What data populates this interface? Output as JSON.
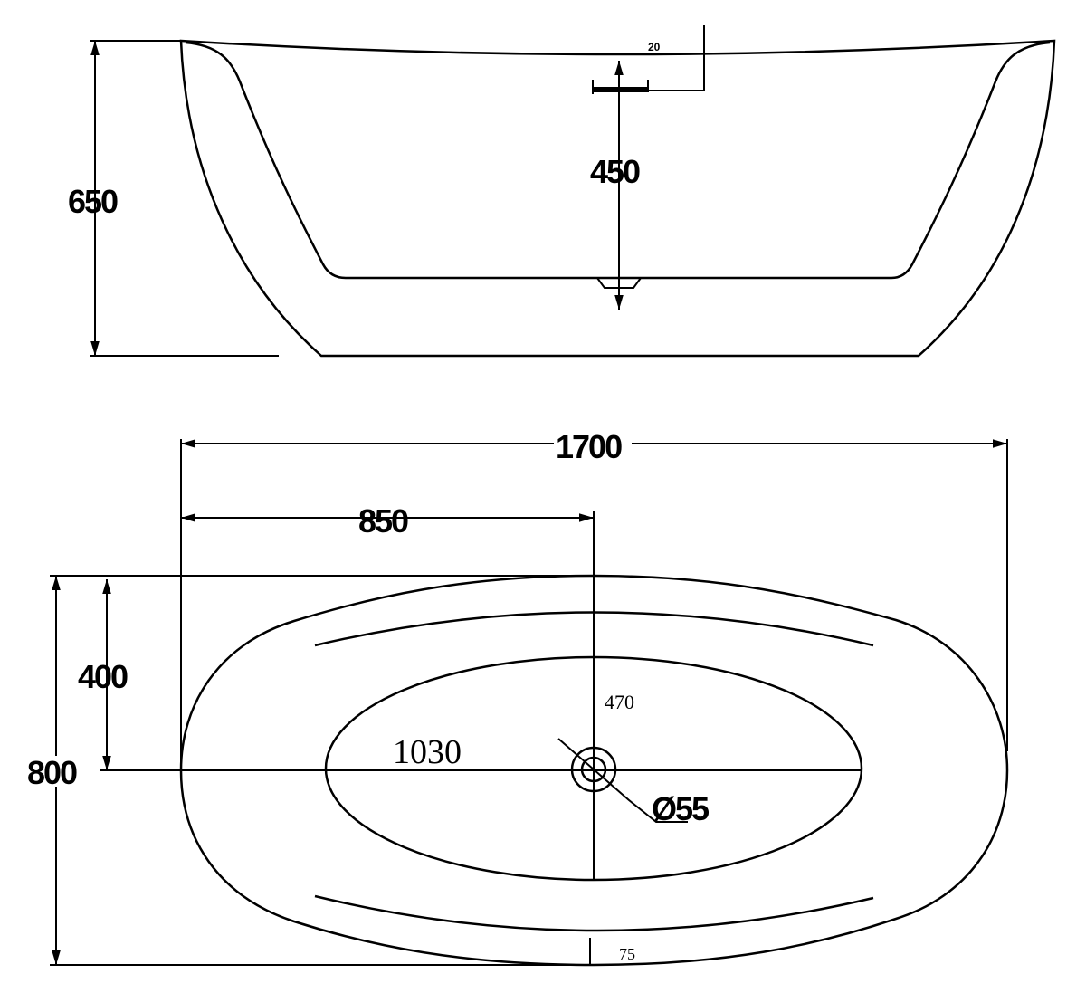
{
  "side_view": {
    "height_label": "650",
    "depth_label": "450",
    "overflow_label": "20"
  },
  "plan_view": {
    "length_label": "1700",
    "half_length_label": "850",
    "width_label": "800",
    "half_width_label": "400",
    "inner_length_label": "1030",
    "inner_width_label": "470",
    "drain_diameter_label": "Ø55",
    "wall_label": "75"
  },
  "colors": {
    "line": "#000000",
    "background": "#ffffff"
  }
}
